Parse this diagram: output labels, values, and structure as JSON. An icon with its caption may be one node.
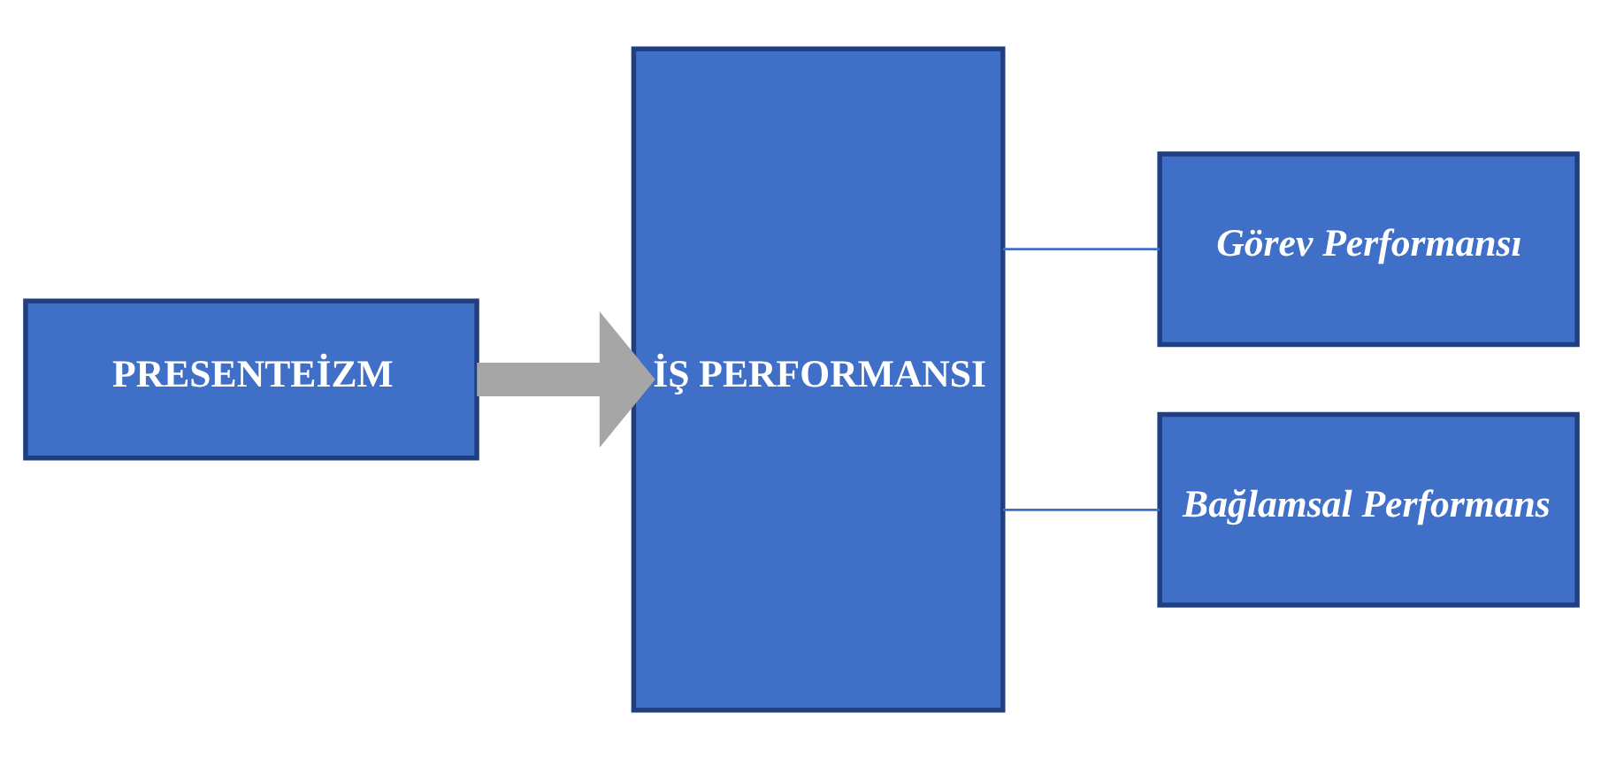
{
  "diagram": {
    "nodes": [
      {
        "text": [
          "PRESENTEİZM"
        ]
      },
      {
        "text": [
          "İŞ PERFORMANSI"
        ]
      },
      {
        "text": [
          "Görev Performansı"
        ]
      },
      {
        "text": [
          "Bağlamsal Performans"
        ]
      }
    ],
    "edges": [
      {
        "from": 0,
        "to": 1,
        "arrow": "to",
        "style": "thick",
        "color": "#a6a6a6"
      },
      {
        "from": 1,
        "to": 2,
        "arrow": "none"
      },
      {
        "from": 1,
        "to": 3,
        "arrow": "none"
      }
    ]
  }
}
